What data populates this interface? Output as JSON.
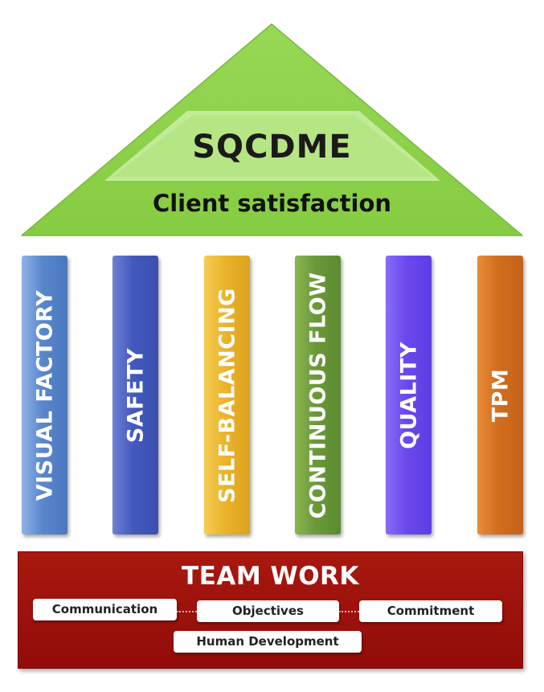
{
  "roof": {
    "title": "SQCDME",
    "subtitle": "Client satisfaction",
    "color": "#8fd24c"
  },
  "pillars": [
    {
      "label": "VISUAL FACTORY",
      "color": "#5a86cc"
    },
    {
      "label": "SAFETY",
      "color": "#4359bd"
    },
    {
      "label": "SELF-BALANCING",
      "color": "#eab42c"
    },
    {
      "label": "CONTINUOUS FLOW",
      "color": "#6a9939"
    },
    {
      "label": "QUALITY",
      "color": "#6a48ee"
    },
    {
      "label": "TPM",
      "color": "#d26e1d"
    }
  ],
  "base": {
    "title": "TEAM WORK",
    "color": "#a8180f",
    "items": [
      {
        "label": "Communication"
      },
      {
        "label": "Objectives"
      },
      {
        "label": "Commitment"
      },
      {
        "label": "Human Development"
      }
    ]
  }
}
